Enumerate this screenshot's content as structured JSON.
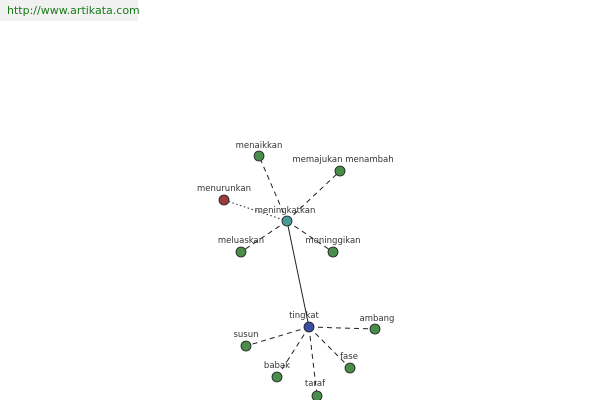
{
  "watermark": {
    "url": "http://www.artikata.com"
  },
  "colors": {
    "synonym_node": "#4a8c4a",
    "antonym_node": "#9b3b3b",
    "root_node": "#3a4fa0",
    "hub_node": "#4a9a9a",
    "edge": "#222222"
  },
  "graph": {
    "hubs": [
      {
        "id": "tingkat",
        "label": "tingkat",
        "kind": "root"
      },
      {
        "id": "meningkatkan",
        "label": "meningkatkan",
        "kind": "hub"
      }
    ],
    "links": [
      {
        "from": "tingkat",
        "to": "meningkatkan",
        "style": "solid"
      }
    ],
    "leaves": [
      {
        "id": "menaikkan",
        "label": "menaikkan",
        "parent": "meningkatkan",
        "kind": "synonym",
        "style": "dashed"
      },
      {
        "id": "memajukan-menambah",
        "label": "memajukan menambah",
        "parent": "meningkatkan",
        "kind": "synonym",
        "style": "dashed"
      },
      {
        "id": "menurunkan",
        "label": "menurunkan",
        "parent": "meningkatkan",
        "kind": "antonym",
        "style": "dotted"
      },
      {
        "id": "meluaskan",
        "label": "meluaskan",
        "parent": "meningkatkan",
        "kind": "synonym",
        "style": "dashed"
      },
      {
        "id": "meninggikan",
        "label": "meninggikan",
        "parent": "meningkatkan",
        "kind": "synonym",
        "style": "dashed"
      },
      {
        "id": "ambang",
        "label": "ambang",
        "parent": "tingkat",
        "kind": "synonym",
        "style": "dashed"
      },
      {
        "id": "susun",
        "label": "susun",
        "parent": "tingkat",
        "kind": "synonym",
        "style": "dashed"
      },
      {
        "id": "babak",
        "label": "babak",
        "parent": "tingkat",
        "kind": "synonym",
        "style": "dashed"
      },
      {
        "id": "taraf",
        "label": "taraf",
        "parent": "tingkat",
        "kind": "synonym",
        "style": "dashed"
      },
      {
        "id": "fase",
        "label": "fase",
        "parent": "tingkat",
        "kind": "synonym",
        "style": "dashed"
      }
    ]
  }
}
